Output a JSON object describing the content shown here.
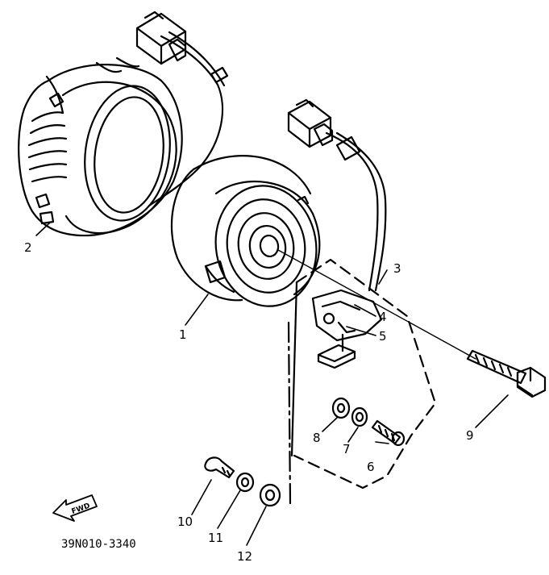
{
  "callouts": {
    "c1": "1",
    "c2": "2",
    "c3": "3",
    "c4": "4",
    "c5": "5",
    "c6": "6",
    "c7": "7",
    "c8": "8",
    "c9": "9",
    "c10": "10",
    "c11": "11",
    "c12": "12"
  },
  "fwd_arrow_label": "FWD",
  "drawing_code": "39N010-3340"
}
